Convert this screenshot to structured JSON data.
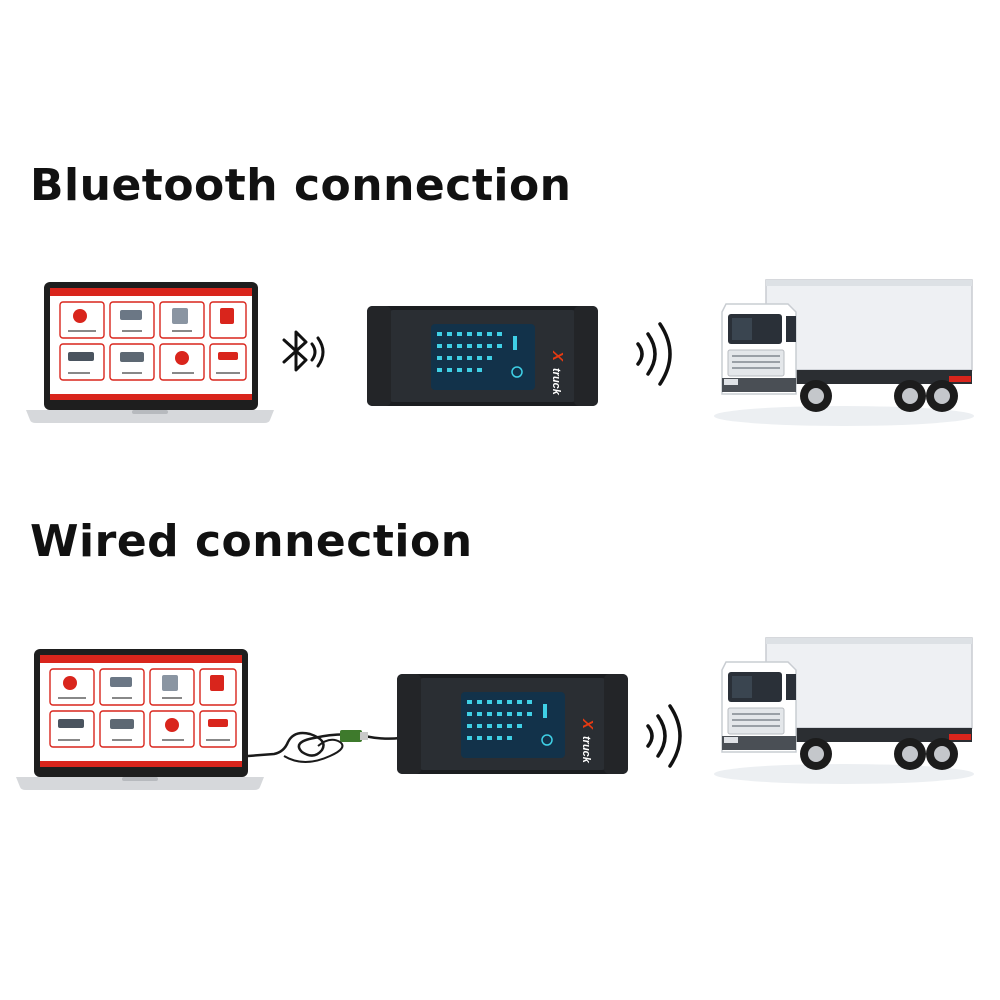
{
  "sections": [
    {
      "id": "bluetooth",
      "heading": "Bluetooth connection",
      "link_type": "bluetooth-icon",
      "device_brand": "truck",
      "device_brand_mark": "X"
    },
    {
      "id": "wired",
      "heading": "Wired connection",
      "link_type": "usb-cable",
      "device_brand": "truck",
      "device_brand_mark": "X"
    }
  ],
  "colors": {
    "heading": "#111111",
    "laptop_frame": "#1e1e1e",
    "screen_accent": "#d9251c",
    "device_body": "#2a2e33",
    "device_screen": "#12324a",
    "device_text": "#3fd0e6",
    "brand_mark": "#e63a12",
    "truck_cab": "#ffffff",
    "cargo_box": "#eef0f3"
  },
  "icons": [
    "bluetooth-icon",
    "wireless-signal-icon",
    "usb-cable"
  ]
}
